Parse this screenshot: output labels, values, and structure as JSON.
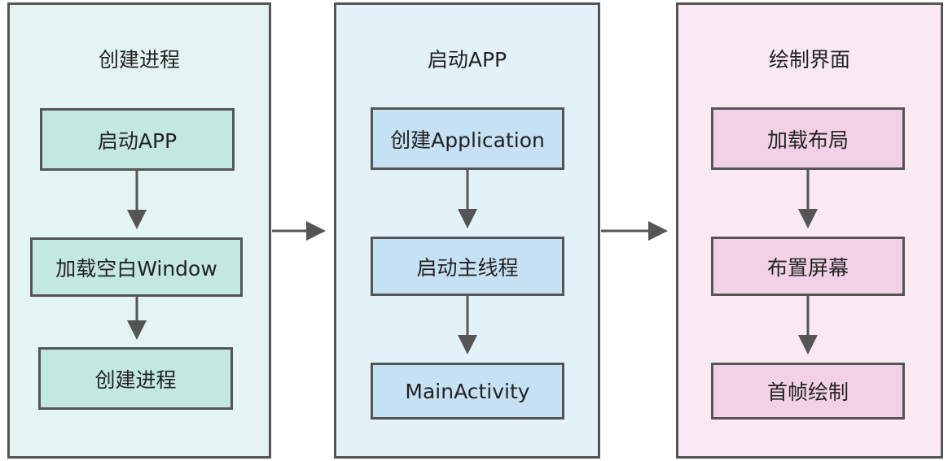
{
  "panels": [
    {
      "title": "创建进程",
      "steps": [
        "启动APP",
        "加载空白Window",
        "创建进程"
      ]
    },
    {
      "title": "启动APP",
      "steps": [
        "创建Application",
        "启动主线程",
        "MainActivity"
      ]
    },
    {
      "title": "绘制界面",
      "steps": [
        "加载布局",
        "布置屏幕",
        "首帧绘制"
      ]
    }
  ],
  "colors": {
    "border": "#555555",
    "panel_create_process_bg": "#e3f4f1",
    "panel_start_app_bg": "#e3f1f9",
    "panel_draw_ui_bg": "#f8e9f3",
    "node_create_process_bg": "#c3e8df",
    "node_start_app_bg": "#c6e1f3",
    "node_draw_ui_bg": "#f2d1e6"
  }
}
